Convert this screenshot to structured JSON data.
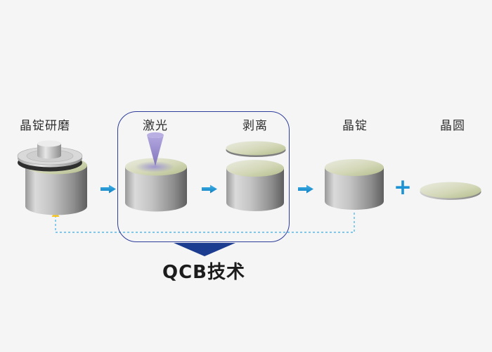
{
  "background_color": "#f5f5f6",
  "diagram": {
    "stages": [
      {
        "id": "grinding",
        "label": "晶锭研磨"
      },
      {
        "id": "laser",
        "label": "激光"
      },
      {
        "id": "peel",
        "label": "剥离"
      },
      {
        "id": "ingot",
        "label": "晶锭"
      },
      {
        "id": "wafer",
        "label": "晶圆"
      }
    ],
    "plus_sign": "+",
    "caption": "QCB技术",
    "colors": {
      "flow_arrow_blue": "#1b93d4",
      "box_border_navy": "#2e3d9a",
      "caption_arrow_navy": "#1c3c8f",
      "feedback_line_blue": "#58bae8",
      "feedback_arrow_yellow": "#f9c623",
      "ingot_top_green": "#b2bb8a",
      "laser_beam_purple": "#9c8fce"
    }
  }
}
